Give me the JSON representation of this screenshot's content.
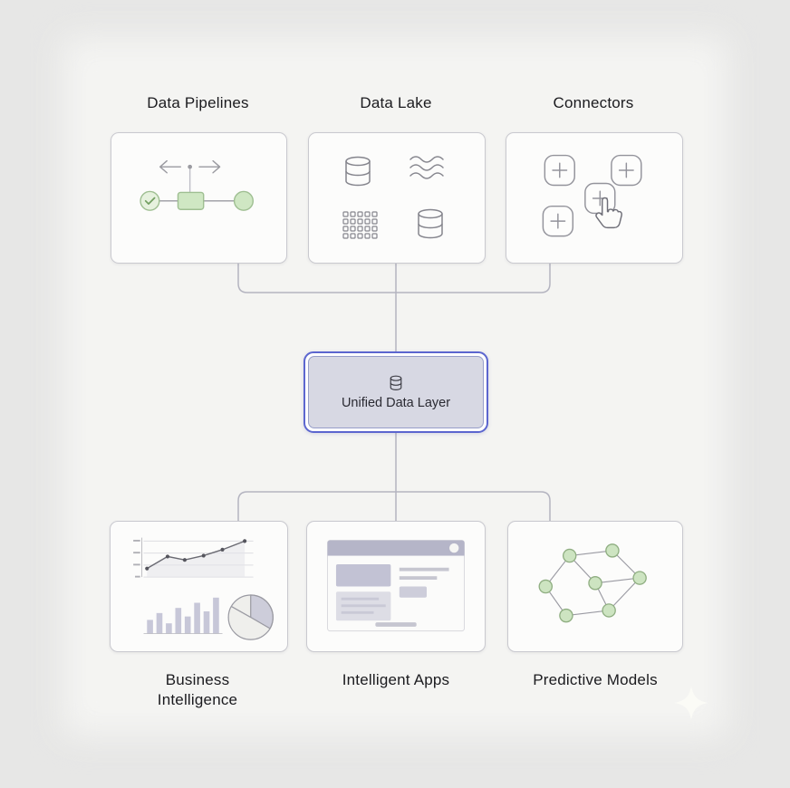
{
  "diagram": {
    "top_nodes": [
      {
        "label": "Data Pipelines",
        "icon": "pipeline-flow-icon"
      },
      {
        "label": "Data Lake",
        "icon": "data-lake-icon"
      },
      {
        "label": "Connectors",
        "icon": "connector-tiles-icon"
      }
    ],
    "center": {
      "label": "Unified Data Layer",
      "icon": "database-icon"
    },
    "bottom_nodes": [
      {
        "label": "Business Intelligence",
        "icon": "bi-charts-icon"
      },
      {
        "label": "Intelligent Apps",
        "icon": "app-wireframe-icon"
      },
      {
        "label": "Predictive Models",
        "icon": "network-graph-icon"
      }
    ],
    "colors": {
      "accent_border": "#5c66cf",
      "accent_fill": "#d7d8e3",
      "node_green_fill": "#cfe7c3",
      "node_green_stroke": "#9fbf92",
      "connector_line": "#b4b4c0",
      "card_bg": "#fcfcfb",
      "card_border": "#c9c9cf",
      "background": "#f4f4f2"
    }
  }
}
